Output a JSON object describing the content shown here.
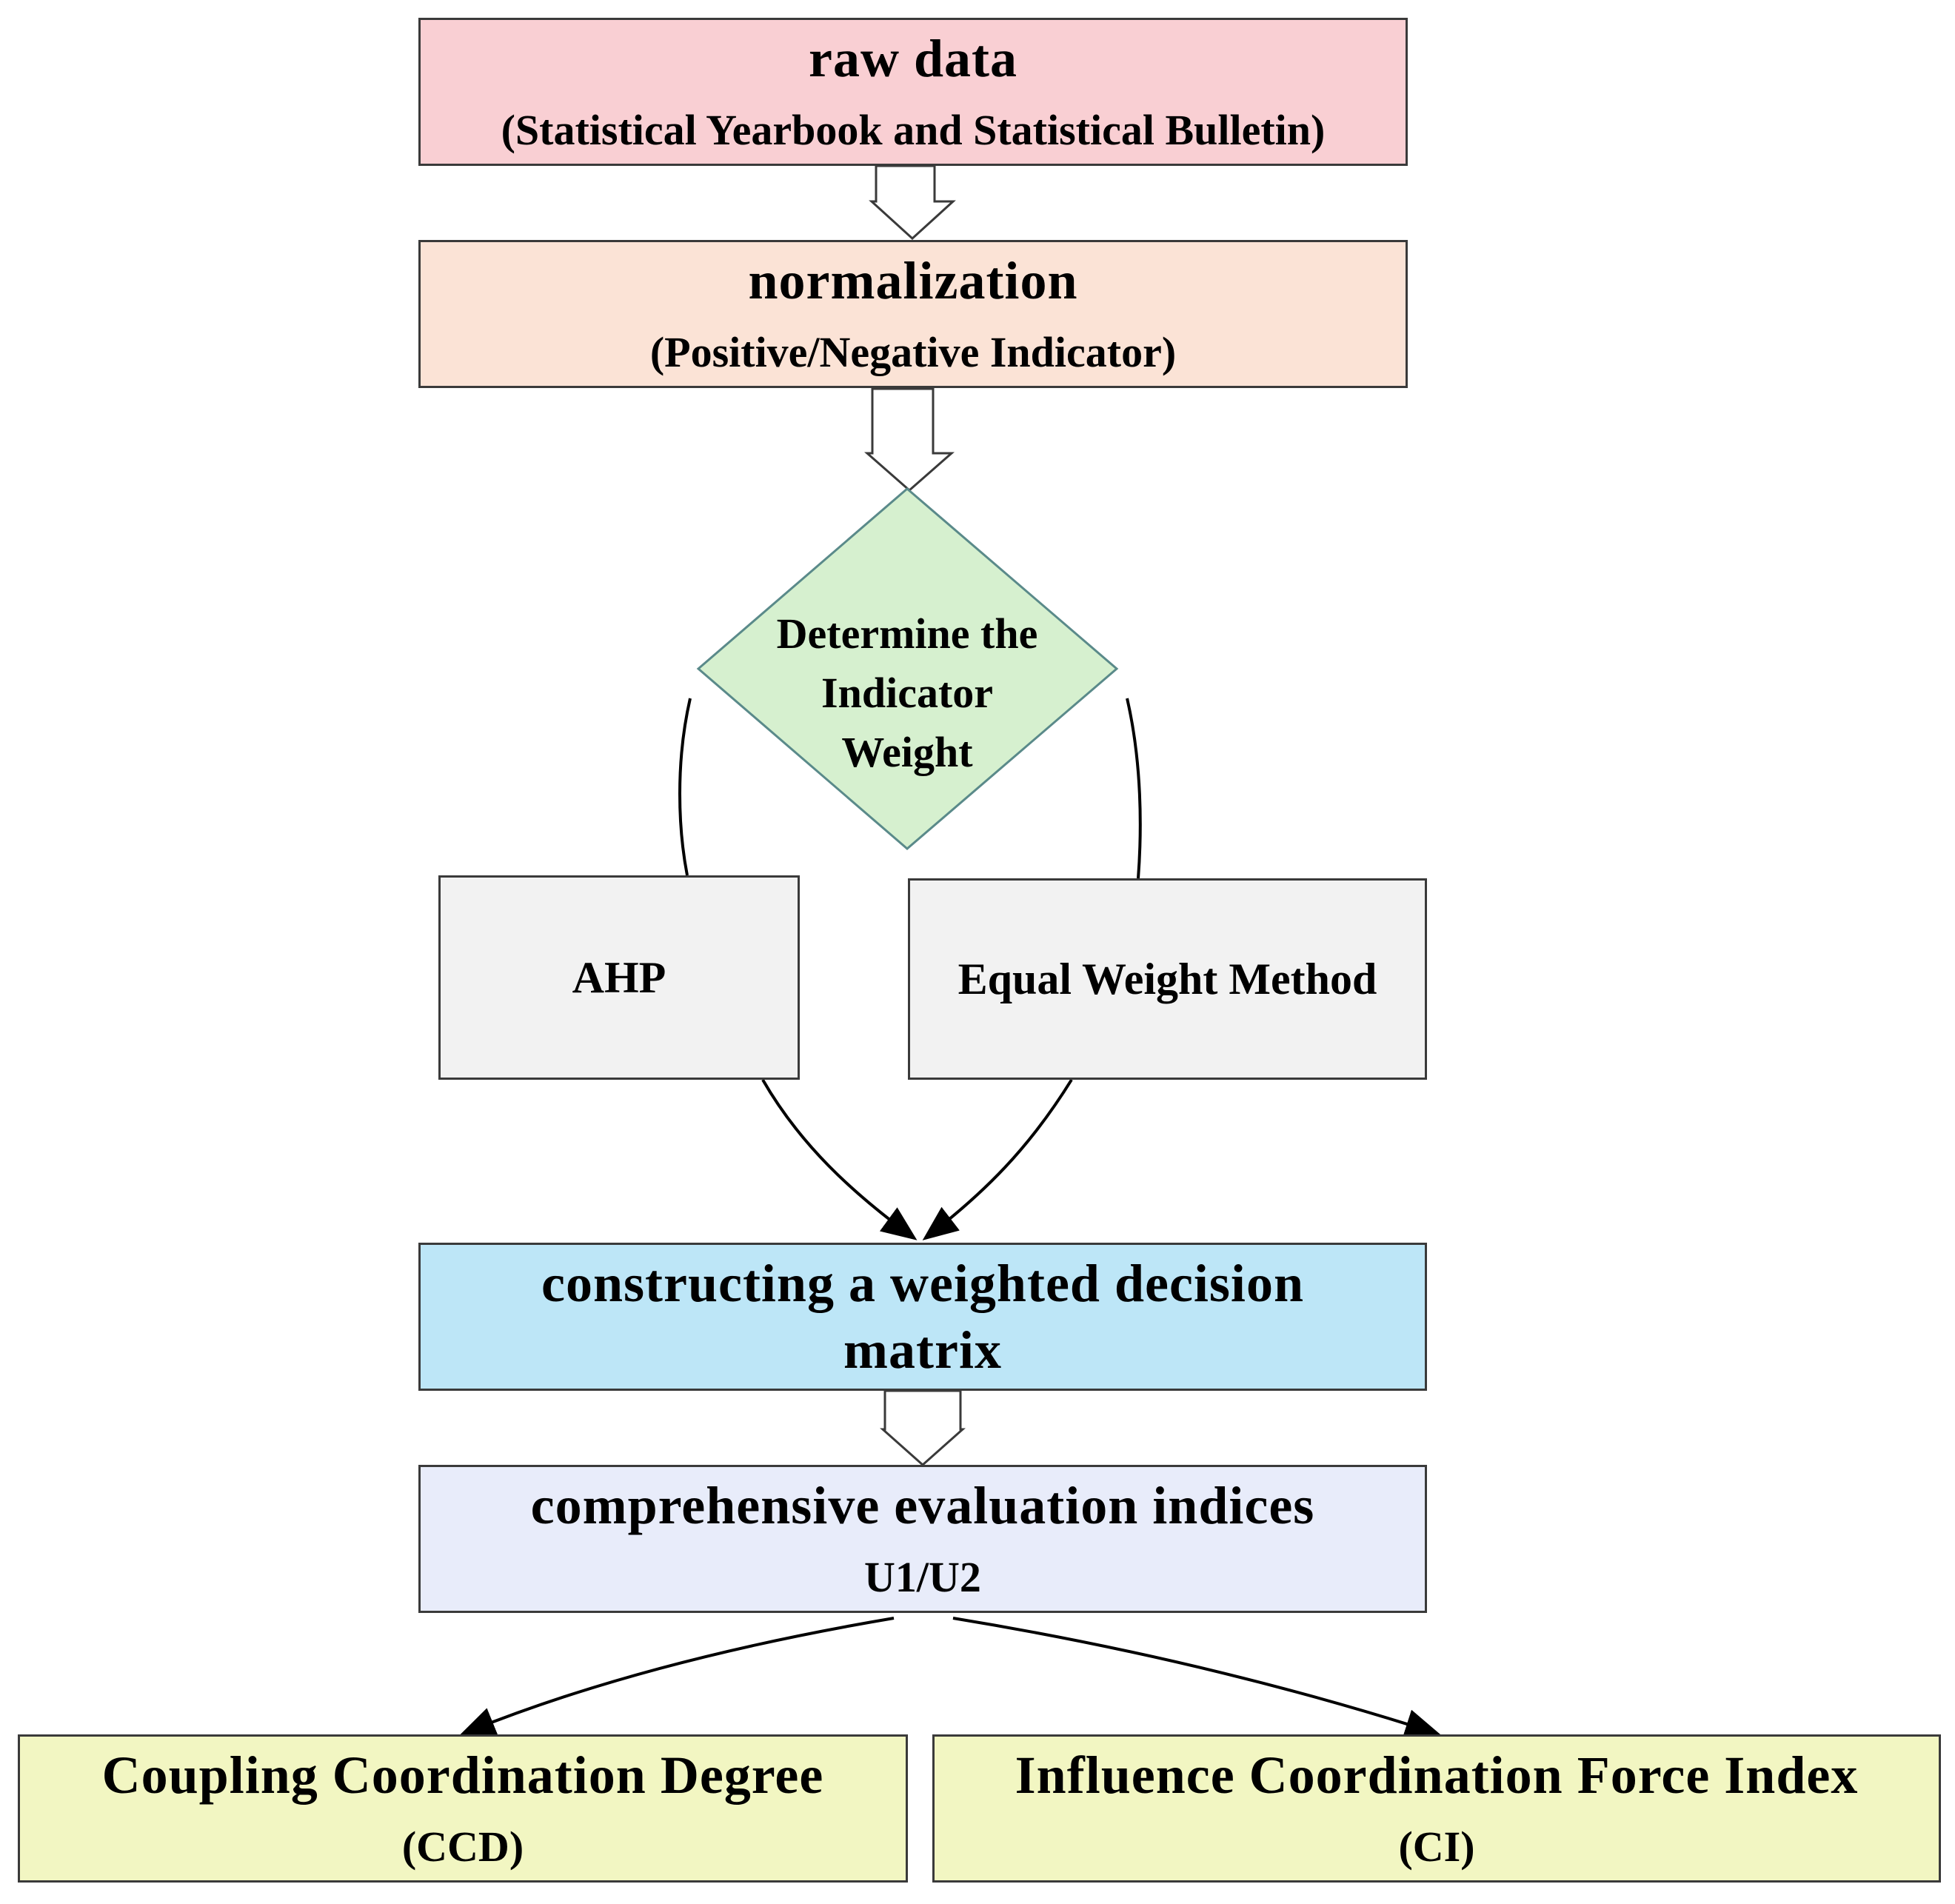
{
  "nodes": {
    "raw_data": {
      "title": "raw data",
      "subtitle": "(Statistical Yearbook and Statistical Bulletin)",
      "color": "#f9cfd3"
    },
    "normalization": {
      "title": "normalization",
      "subtitle": "(Positive/Negative Indicator)",
      "color": "#fbe3d6"
    },
    "determine_weight": {
      "line1": "Determine the",
      "line2": "Indicator",
      "line3": "Weight",
      "color": "#d6f0cf"
    },
    "ahp": {
      "label": "AHP",
      "color": "#f2f2f2"
    },
    "equal_weight": {
      "label": "Equal Weight Method",
      "color": "#f2f2f2"
    },
    "weighted_matrix": {
      "title_line1": "constructing a weighted decision",
      "title_line2": "matrix",
      "color": "#bde6f7"
    },
    "comprehensive": {
      "title": "comprehensive evaluation indices",
      "subtitle": "U1/U2",
      "color": "#e8ecfa"
    },
    "ccd": {
      "title": "Coupling Coordination Degree",
      "subtitle": "(CCD)",
      "color": "#f2f6c2"
    },
    "ci": {
      "title": "Influence Coordination Force Index",
      "subtitle": "(CI)",
      "color": "#f2f6c2"
    }
  }
}
